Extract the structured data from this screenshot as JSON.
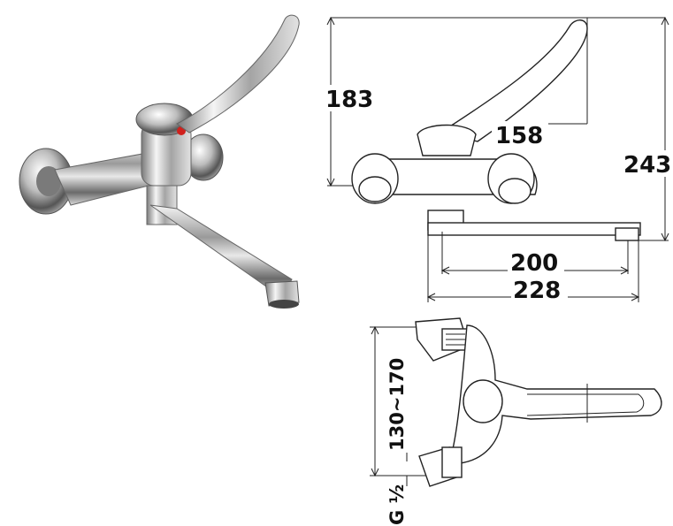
{
  "dimensions": {
    "d183": "183",
    "d158": "158",
    "d243": "243",
    "d200": "200",
    "d228": "228",
    "d130_170": "130~170",
    "thread": "G ½"
  },
  "colors": {
    "line": "#222222",
    "chrome_dark": "#5a5a5a",
    "chrome_mid": "#b9b9b9",
    "chrome_light": "#f2f2f2",
    "hot_indicator": "#d0201c"
  },
  "parts": {
    "product": "mixer-tap-photo-icon"
  }
}
